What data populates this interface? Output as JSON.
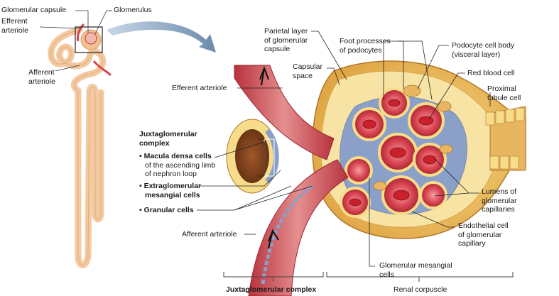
{
  "inset": {
    "glomerular_capsule": "Glomerular capsule",
    "glomerulus": "Glomerulus",
    "efferent_arteriole": [
      "Efferent",
      "arteriole"
    ],
    "afferent_arteriole": [
      "Afferent",
      "arteriole"
    ]
  },
  "main": {
    "parietal_layer": [
      "Parietal layer",
      "of glomerular",
      "capsule"
    ],
    "foot_processes": [
      "Foot processes",
      "of podocytes"
    ],
    "podocyte_cell_body": [
      "Podocyte cell body",
      "(visceral layer)"
    ],
    "capsular_space": [
      "Capsular",
      "space"
    ],
    "red_blood_cell": "Red blood cell",
    "efferent_arteriole": "Efferent arteriole",
    "proximal_tubule_cell": [
      "Proximal",
      "tubule cell"
    ],
    "juxtaglomerular_complex": [
      "Juxtaglomerular",
      "complex"
    ],
    "macula_densa": [
      "• Macula densa cells",
      "of the ascending limb",
      "of nephron loop"
    ],
    "extraglomerular": [
      "• Extraglomerular",
      "mesangial cells"
    ],
    "granular_cells": "• Granular cells",
    "lumens": [
      "Lumens of",
      "glomerular",
      "capillaries"
    ],
    "afferent_arteriole": "Afferent arteriole",
    "endothelial_cell": [
      "Endothelial cell",
      "of glomerular",
      "capillary"
    ],
    "mesangial_cells": [
      "Glomerular mesangial",
      "cells"
    ]
  },
  "brackets": {
    "juxtaglomerular_complex": "Juxtaglomerular complex",
    "renal_corpuscle": "Renal corpuscle"
  },
  "colors": {
    "arteriole_wall": "#c9404a",
    "arteriole_inner": "#e8a0a0",
    "capsule": "#e8b560",
    "capillary": "#d9434f",
    "mesangial": "#8aa0c8",
    "nephron": "#f2c9a0"
  }
}
